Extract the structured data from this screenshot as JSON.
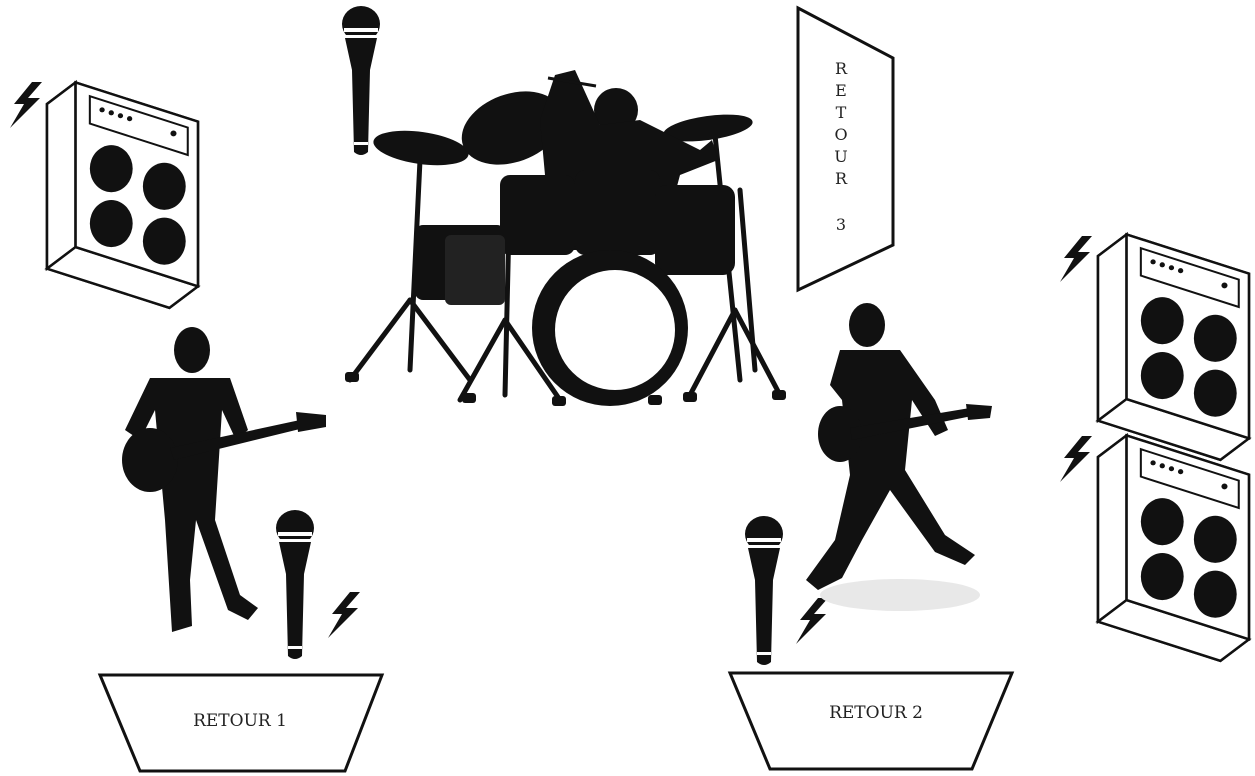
{
  "stage_plot": {
    "monitors": {
      "retour_1": "RETOUR 1",
      "retour_2": "RETOUR 2",
      "retour_3_letters": [
        "R",
        "E",
        "T",
        "O",
        "U",
        "R",
        "",
        "3"
      ]
    },
    "elements": [
      "drum-kit",
      "guitarist-left",
      "guitarist-right",
      "microphone",
      "amplifier",
      "power-icon"
    ]
  }
}
